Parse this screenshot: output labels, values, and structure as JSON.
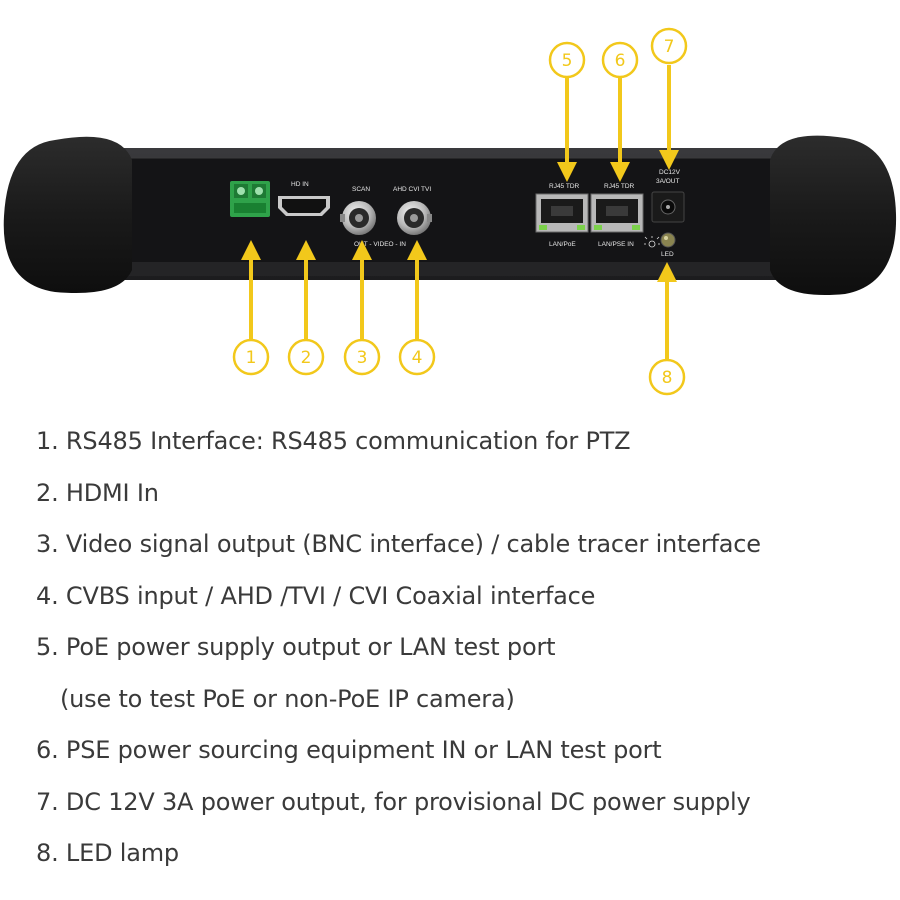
{
  "figure": {
    "port_labels": {
      "hd_in": "HD IN",
      "scan": "SCAN",
      "ahd_cvi_tvi": "AHD CVI TVI",
      "video": "OUT - VIDEO - IN",
      "rj45_tdr_1": "RJ45 TDR",
      "rj45_tdr_2": "RJ45 TDR",
      "lan_poe": "LAN/PoE",
      "lan_pse_in": "LAN/PSE IN",
      "dc_12v": "DC12V",
      "dc_3a_out": "3A/OUT",
      "led": "LED"
    },
    "callouts": [
      "1",
      "2",
      "3",
      "4",
      "5",
      "6",
      "7",
      "8"
    ],
    "colors": {
      "callout": "#f2c81b",
      "device": "#2a2a2c",
      "bumper": "#1e1e1e",
      "panel": "#141416"
    }
  },
  "legend": {
    "items": [
      "1. RS485 Interface: RS485 communication for PTZ",
      "2. HDMI In",
      "3. Video signal output (BNC interface) / cable tracer interface",
      "4. CVBS input / AHD /TVI / CVI Coaxial interface",
      "5. PoE power supply output or LAN test port",
      "(use to test PoE or non-PoE IP camera)",
      "6. PSE power sourcing equipment IN or LAN test port",
      "7. DC 12V 3A power output, for provisional DC power supply",
      "8. LED lamp"
    ]
  }
}
